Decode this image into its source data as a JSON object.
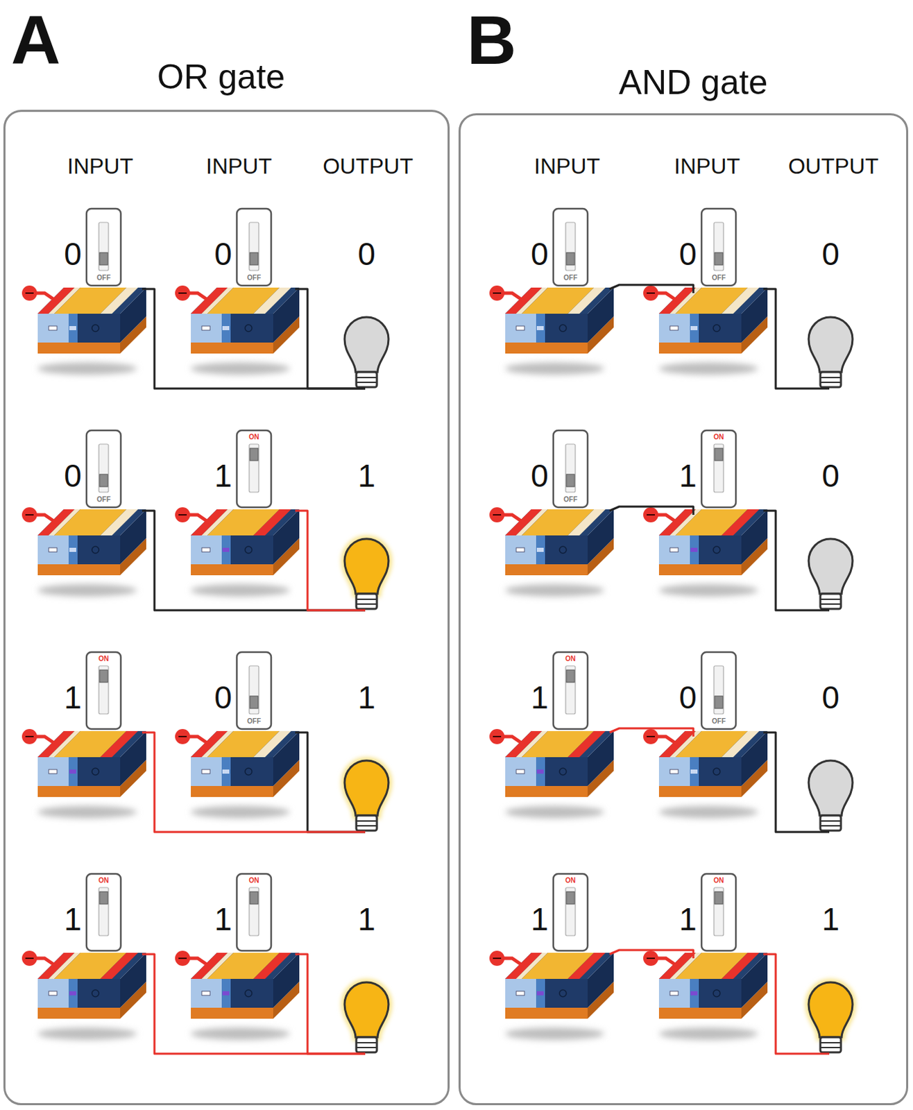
{
  "diagram": {
    "nodes": [
      {
        "text": [
          "A",
          "OR gate"
        ]
      },
      {
        "text": [
          "B",
          "AND gate"
        ]
      }
    ],
    "labels": [
      "INPUT",
      "INPUT",
      "OUTPUT",
      "0",
      "OFF",
      "0",
      "OFF",
      "0",
      "0",
      "OFF",
      "1",
      "ON",
      "1",
      "1",
      "ON",
      "0",
      "OFF",
      "1",
      "1",
      "ON",
      "1",
      "ON",
      "1",
      "INPUT",
      "INPUT",
      "OUTPUT",
      "0",
      "OFF",
      "0",
      "OFF",
      "0",
      "0",
      "OFF",
      "1",
      "ON",
      "0",
      "1",
      "ON",
      "0",
      "OFF",
      "0",
      "1",
      "ON",
      "1",
      "ON",
      "1"
    ]
  }
}
